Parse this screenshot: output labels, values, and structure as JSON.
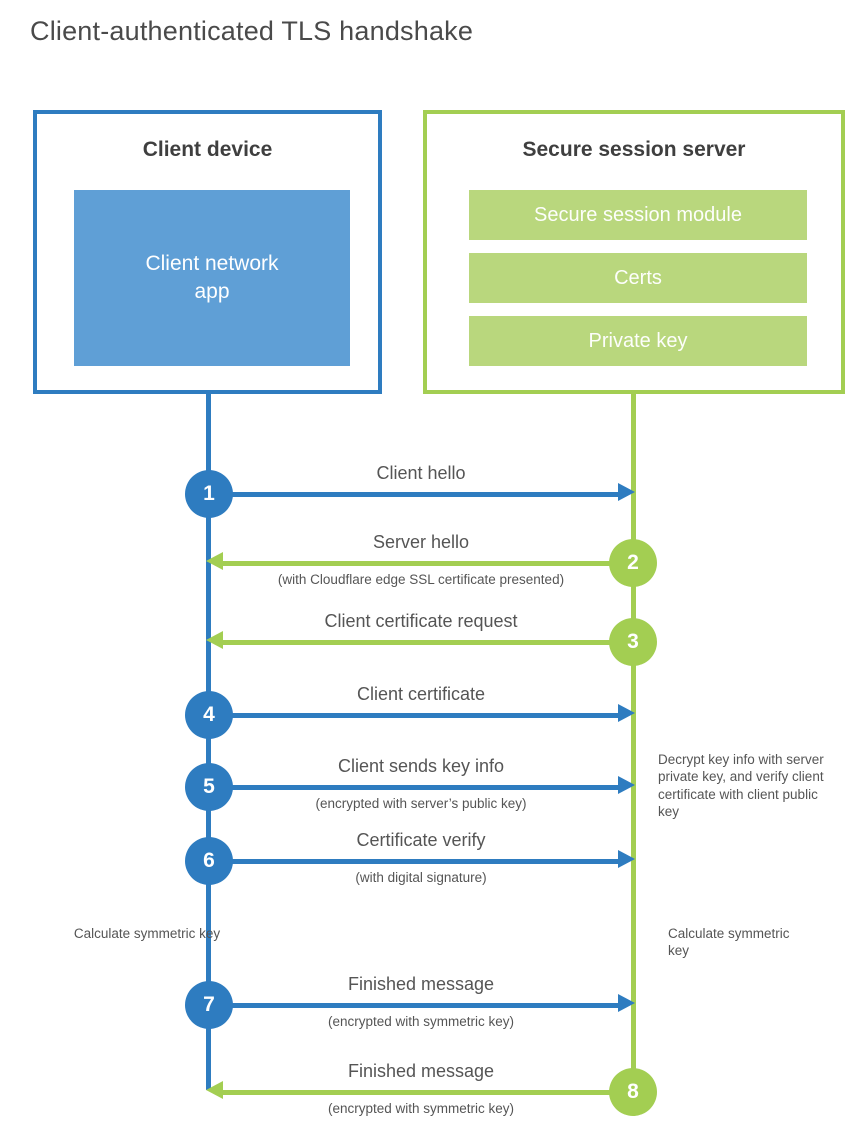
{
  "title": "Client-authenticated TLS handshake",
  "client_box": {
    "title": "Client device",
    "app_label": "Client network app"
  },
  "server_box": {
    "title": "Secure session server",
    "modules": [
      "Secure session module",
      "Certs",
      "Private key"
    ]
  },
  "steps": [
    {
      "num": "1",
      "label": "Client hello",
      "sub": "",
      "direction": "client-to-server"
    },
    {
      "num": "2",
      "label": "Server hello",
      "sub": "(with Cloudflare edge SSL certificate presented)",
      "direction": "server-to-client"
    },
    {
      "num": "3",
      "label": "Client certificate request",
      "sub": "",
      "direction": "server-to-client"
    },
    {
      "num": "4",
      "label": "Client certificate",
      "sub": "",
      "direction": "client-to-server"
    },
    {
      "num": "5",
      "label": "Client sends key info",
      "sub": "(encrypted with server’s public key)",
      "direction": "client-to-server"
    },
    {
      "num": "6",
      "label": "Certificate verify",
      "sub": "(with digital signature)",
      "direction": "client-to-server"
    },
    {
      "num": "7",
      "label": "Finished message",
      "sub": "(encrypted with symmetric key)",
      "direction": "client-to-server"
    },
    {
      "num": "8",
      "label": "Finished message",
      "sub": "(encrypted with symmetric key)",
      "direction": "server-to-client"
    }
  ],
  "notes": {
    "decrypt": "Decrypt key info with server private key, and verify client certificate with client public key",
    "calc_left": "Calculate symmetric key",
    "calc_right": "Calculate symmetric key"
  },
  "colors": {
    "blue": "#2e7cc0",
    "blue_fill": "#5f9fd6",
    "green": "#a3ce52",
    "green_fill": "#b9d77d",
    "text": "#555555",
    "heading": "#3f3f3f"
  }
}
